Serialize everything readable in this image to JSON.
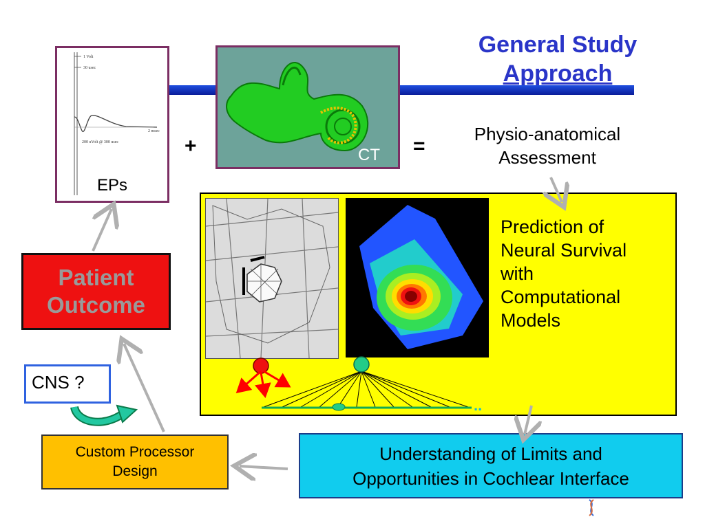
{
  "title": {
    "line1": "General Study",
    "line2": "Approach"
  },
  "eps": {
    "label": "EPs",
    "trace_labels": [
      "1 Volt",
      "30 usec",
      "2 msec",
      "200 uVolt @ 300 usec"
    ]
  },
  "ct": {
    "label": "CT"
  },
  "operators": {
    "plus": "+",
    "equals": "="
  },
  "physio": {
    "line1": "Physio-anatomical",
    "line2": "Assessment"
  },
  "prediction": {
    "lines": [
      "Prediction of",
      "Neural Survival",
      "with",
      "Computational",
      "Models"
    ],
    "ellipsis": ".."
  },
  "patient_outcome": {
    "line1": "Patient",
    "line2": "Outcome"
  },
  "cns": {
    "label": "CNS ?"
  },
  "custom_processor": {
    "line1": "Custom Processor",
    "line2": "Design"
  },
  "understanding": {
    "line1": "Understanding of Limits and",
    "line2": "Opportunities in Cochlear Interface"
  },
  "colors": {
    "title": "#2a35c8",
    "frame": "#7b2e63",
    "model_panel": "#ffff00",
    "patient_box": "#ee1111",
    "custom_box": "#ffc000",
    "understanding_box": "#11ccee",
    "arrow": "#b0b0b0"
  }
}
